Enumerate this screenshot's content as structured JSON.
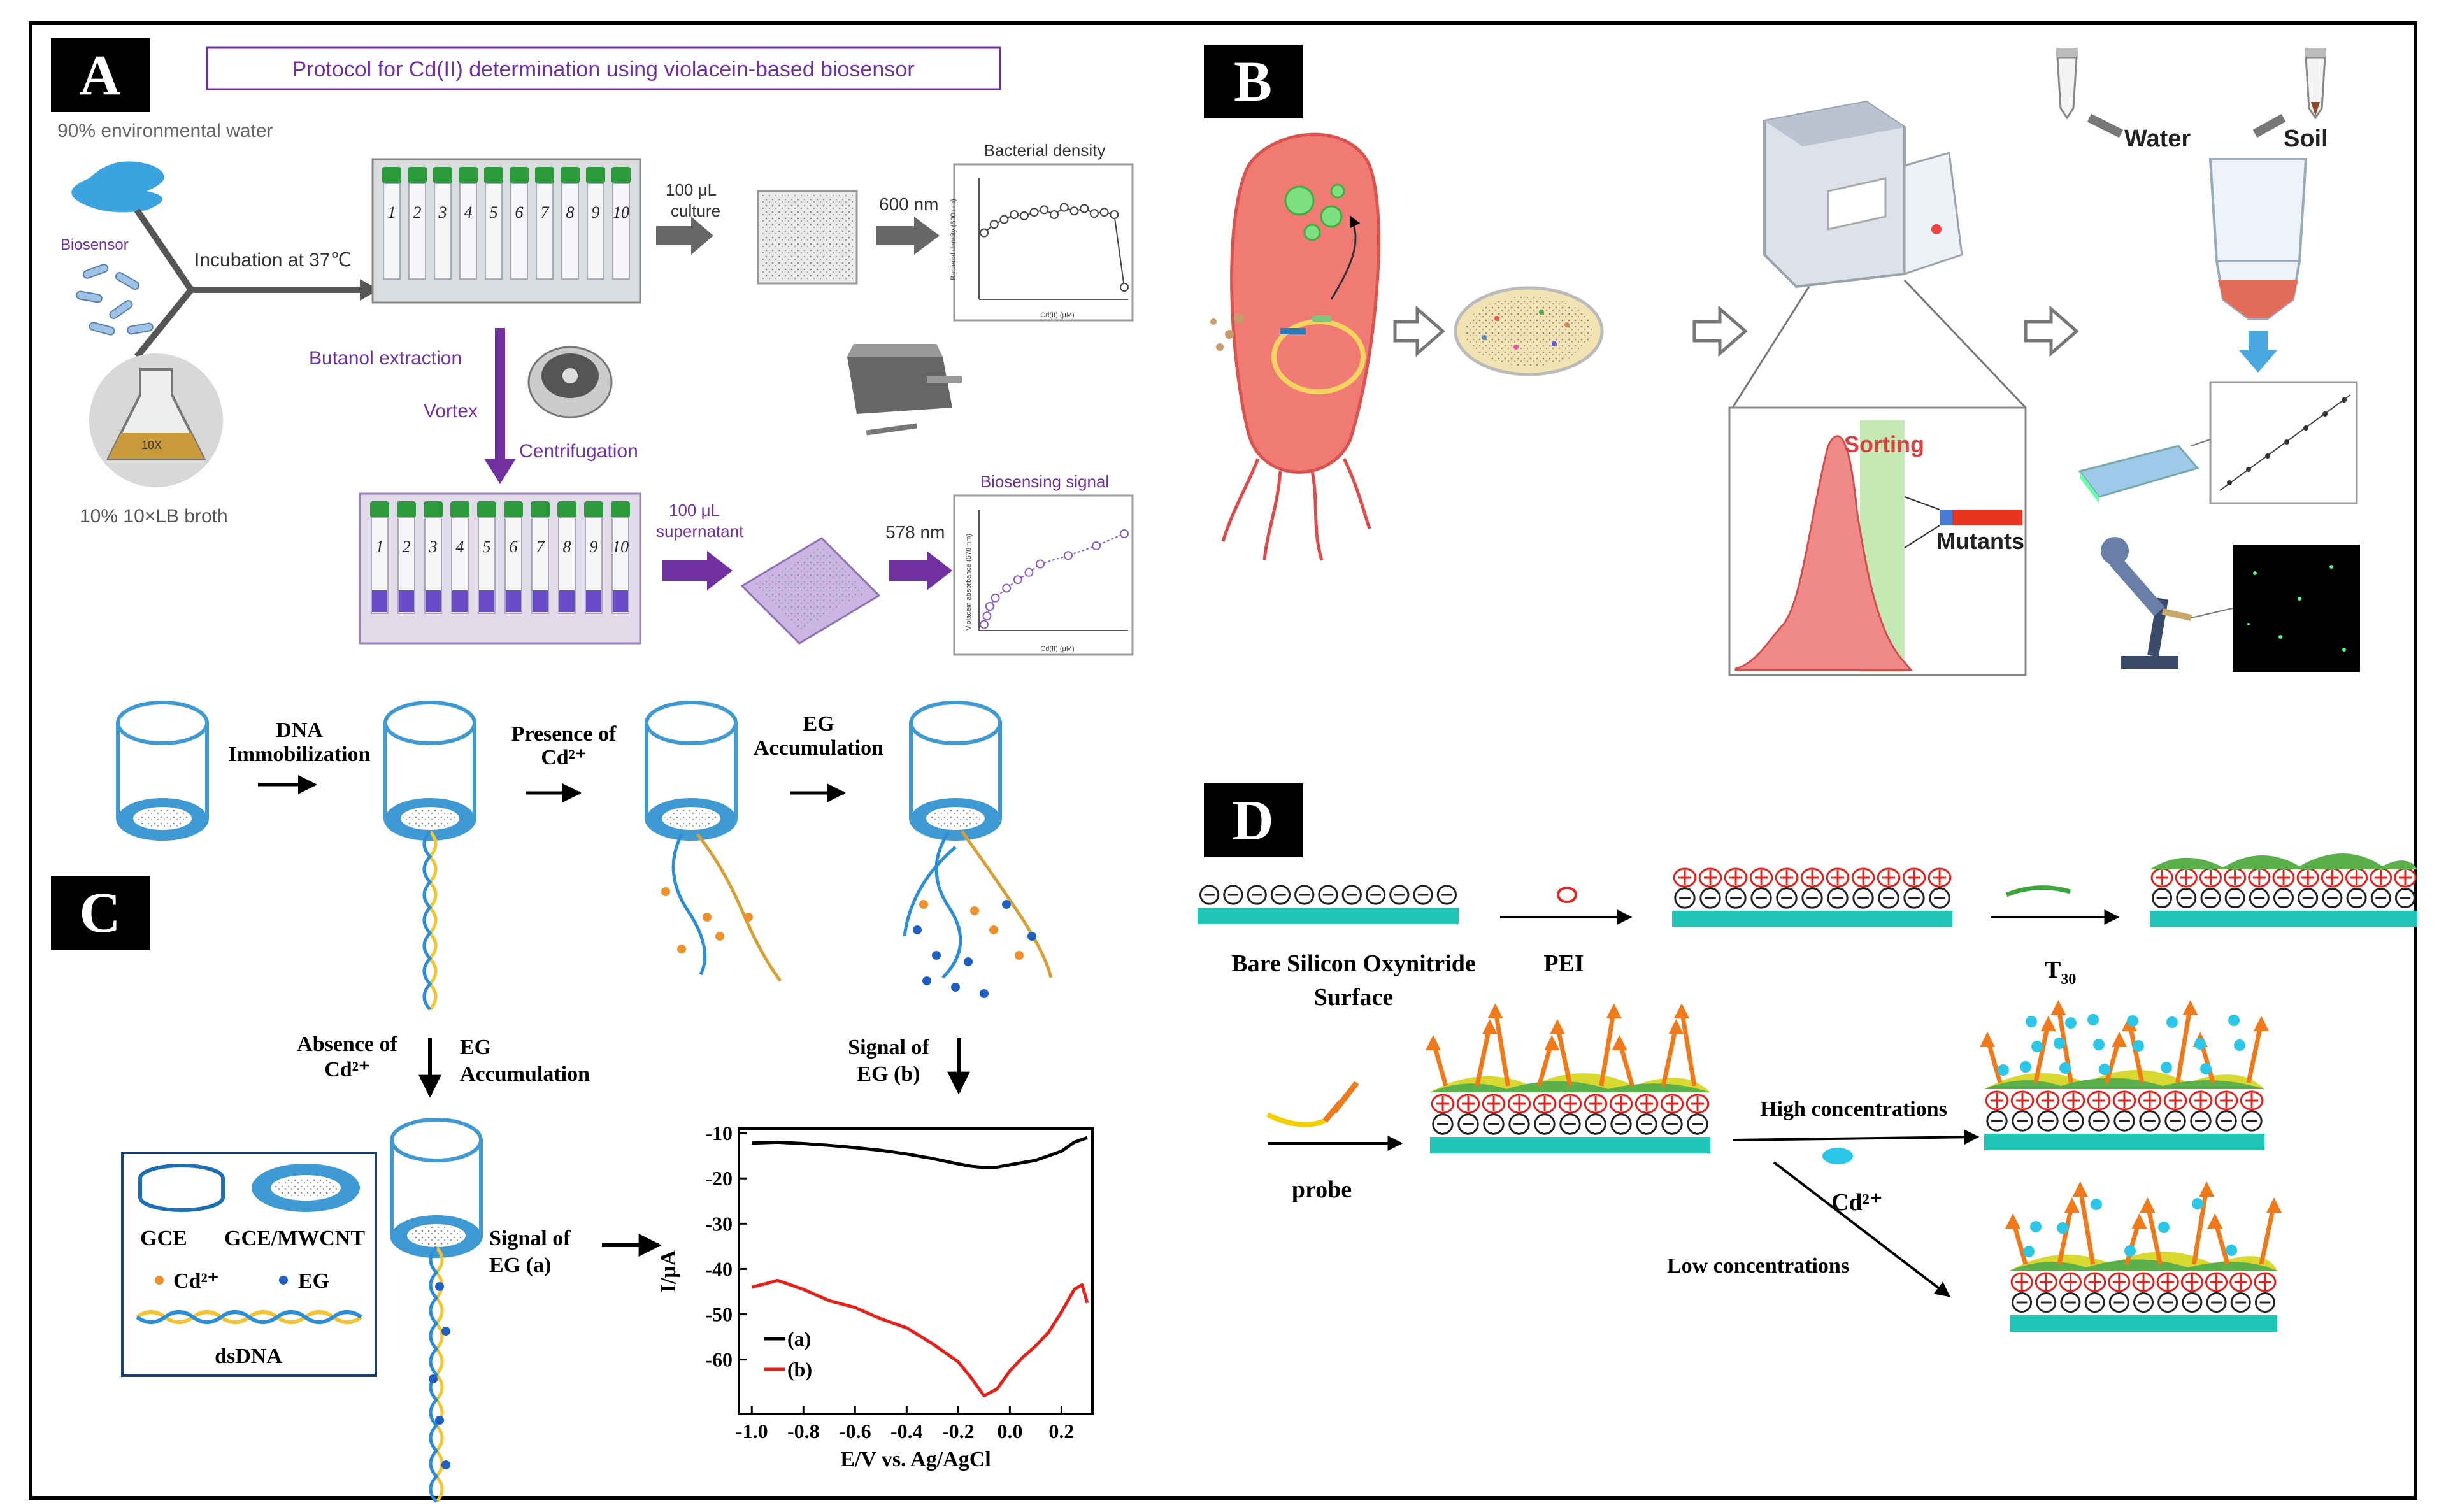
{
  "panels": {
    "A": {
      "letter": "A",
      "title": "Protocol for Cd(II) determination using violacein-based biosensor",
      "env_water": "90% environmental water",
      "biosensor": "Biosensor",
      "incubation": "Incubation at 37℃",
      "broth": "10% 10×LB broth",
      "flask_label": "10X",
      "culture": [
        "100 μL",
        "culture"
      ],
      "nm600": "600 nm",
      "bacterial_density": "Bacterial density",
      "chart1_ylabel": "Bacterial density (600 nm)",
      "chart1_xlabel": "Cd(II) (μM)",
      "butanol": "Butanol extraction",
      "vortex": "Vortex",
      "centrifugation": "Centrifugation",
      "supernatant": [
        "100 μL",
        "supernatant"
      ],
      "nm578": "578 nm",
      "biosensing_signal": "Biosensing signal",
      "chart2_ylabel": "Violacein absorbance (578 nm)",
      "chart2_xlabel": "Cd(II) (μM)",
      "tube_numbers": [
        "1",
        "2",
        "3",
        "4",
        "5",
        "6",
        "7",
        "8",
        "9",
        "10"
      ]
    },
    "B": {
      "letter": "B",
      "water": "Water",
      "soil": "Soil",
      "sorting": "Sorting",
      "mutants": "Mutants"
    },
    "C": {
      "letter": "C",
      "step1": [
        "DNA",
        "Immobilization"
      ],
      "step2": [
        "Presence of",
        "Cd²⁺"
      ],
      "step3": [
        "EG",
        "Accumulation"
      ],
      "absence": [
        "Absence of",
        "Cd²⁺"
      ],
      "eg_acc": [
        "EG",
        "Accumulation"
      ],
      "signal_b": [
        "Signal of",
        "EG (b)"
      ],
      "signal_a": [
        "Signal of",
        "EG (a)"
      ],
      "legend": {
        "gce": "GCE",
        "gce_mwcnt": "GCE/MWCNT",
        "cd": "Cd²⁺",
        "eg": "EG",
        "dsdna": "dsDNA"
      }
    },
    "D": {
      "letter": "D",
      "bare": [
        "Bare Silicon Oxynitride",
        "Surface"
      ],
      "pei": "PEI",
      "t30": "T",
      "t30_sub": "30",
      "probe": "probe",
      "high": "High concentrations",
      "low": "Low concentrations",
      "cd": "Cd²⁺"
    }
  },
  "colors": {
    "purple": "#7030a0",
    "red_curve": "#e8201a",
    "blue_electrode": "#4aa8d8",
    "teal_surface": "#1fc6b8"
  },
  "chart_data": [
    {
      "type": "line",
      "title": "Bacterial density",
      "xlabel": "Cd(II) (μM)",
      "ylabel": "Bacterial density (600 nm)",
      "series": [
        {
          "values": [
            0.55,
            0.62,
            0.66,
            0.7,
            0.69,
            0.72,
            0.74,
            0.7,
            0.76,
            0.73,
            0.75,
            0.71,
            0.72,
            0.7,
            0.1
          ]
        }
      ]
    },
    {
      "type": "line",
      "title": "Biosensing signal",
      "xlabel": "Cd(II) (μM)",
      "ylabel": "Violacein absorbance (578 nm)",
      "series": [
        {
          "x": [
            0,
            0.5,
            1,
            2,
            4,
            6,
            8,
            10,
            15,
            20,
            25
          ],
          "values": [
            0.05,
            0.12,
            0.2,
            0.27,
            0.35,
            0.42,
            0.48,
            0.55,
            0.62,
            0.7,
            0.8
          ]
        }
      ]
    },
    {
      "type": "line",
      "title": "",
      "xlabel": "E/V vs. Ag/AgCl",
      "ylabel": "I/μA",
      "xlim": [
        -1.05,
        0.32
      ],
      "ylim": [
        -72,
        -9
      ],
      "xticks": [
        "-1.0",
        "-0.8",
        "-0.6",
        "-0.4",
        "-0.2",
        "0.0",
        "0.2"
      ],
      "yticks": [
        "-10",
        "-20",
        "-30",
        "-40",
        "-50",
        "-60"
      ],
      "series": [
        {
          "name": "(a)",
          "color": "#000000",
          "x": [
            -1.0,
            -0.9,
            -0.8,
            -0.7,
            -0.6,
            -0.5,
            -0.4,
            -0.3,
            -0.2,
            -0.15,
            -0.1,
            -0.05,
            0.0,
            0.1,
            0.2,
            0.25,
            0.3
          ],
          "values": [
            -12.2,
            -12.0,
            -12.3,
            -12.7,
            -13.2,
            -13.8,
            -14.6,
            -15.6,
            -16.8,
            -17.3,
            -17.6,
            -17.5,
            -17.0,
            -16.0,
            -14.0,
            -12.0,
            -11.0
          ]
        },
        {
          "name": "(b)",
          "color": "#e8201a",
          "x": [
            -1.0,
            -0.95,
            -0.9,
            -0.8,
            -0.7,
            -0.6,
            -0.5,
            -0.4,
            -0.3,
            -0.2,
            -0.15,
            -0.1,
            -0.05,
            0.0,
            0.05,
            0.1,
            0.15,
            0.2,
            0.25,
            0.28,
            0.3
          ],
          "values": [
            -44.0,
            -43.3,
            -42.5,
            -44.5,
            -47.0,
            -48.5,
            -51.0,
            -53.0,
            -56.5,
            -60.5,
            -64.0,
            -68.0,
            -66.5,
            -62.5,
            -59.5,
            -57.0,
            -54.0,
            -49.5,
            -44.5,
            -43.5,
            -47.5
          ]
        }
      ]
    }
  ]
}
